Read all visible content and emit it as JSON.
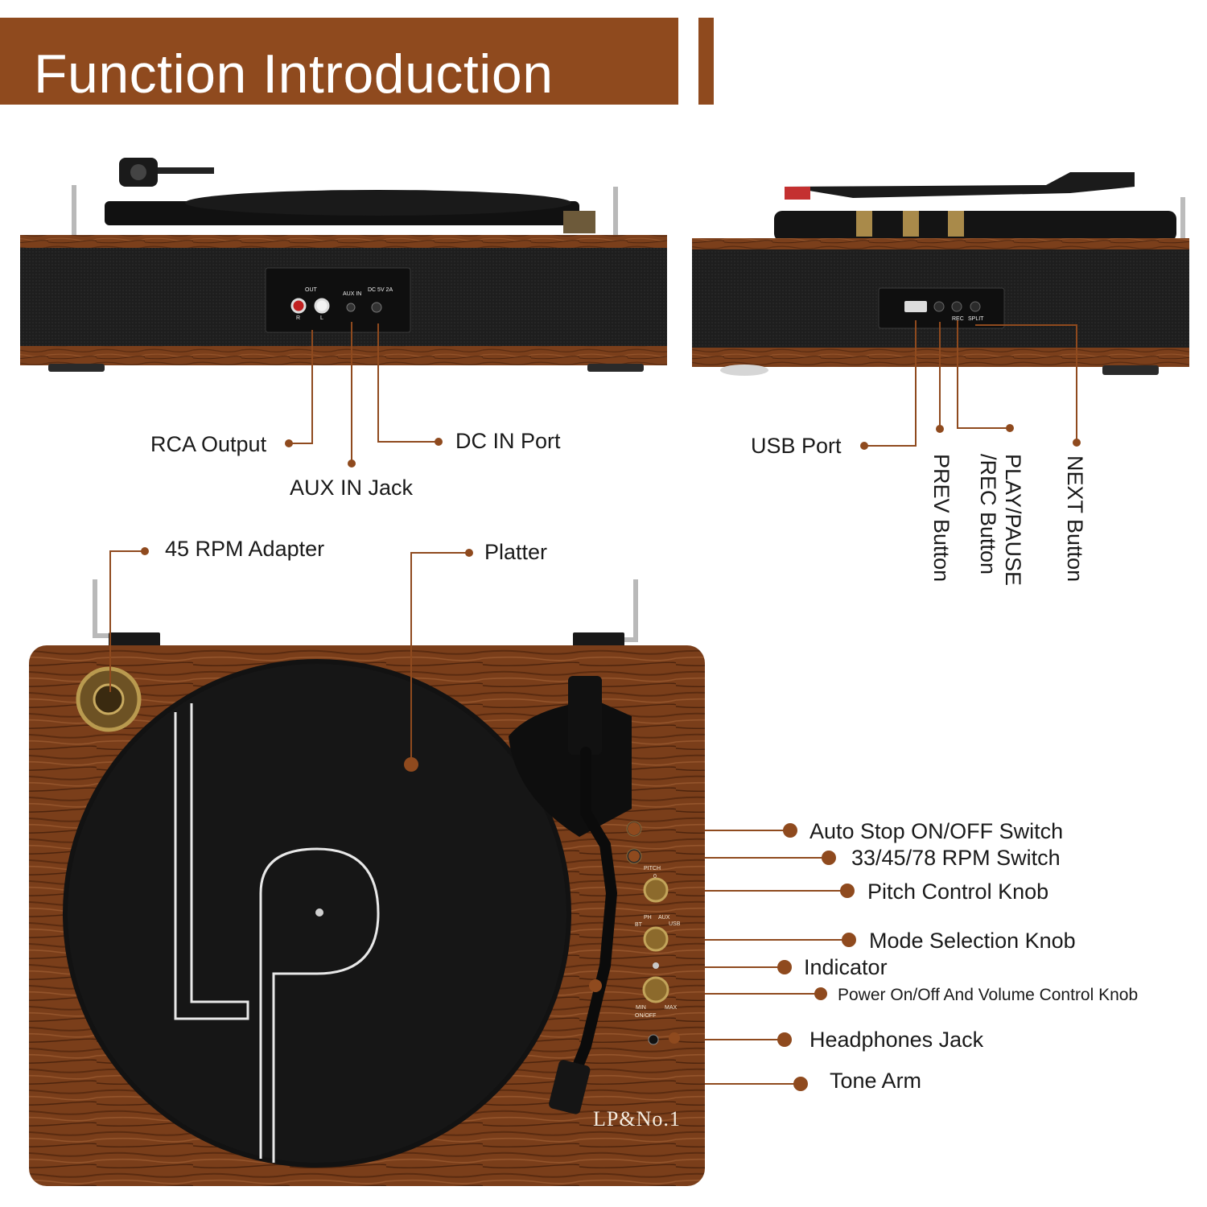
{
  "header": {
    "title": "Function Introduction"
  },
  "colors": {
    "accent": "#8f4a1e",
    "callout": "#8f4a1e",
    "wood": "#7a3f1a",
    "speaker": "#1f1f1f"
  },
  "rear_panel": {
    "out": "OUT",
    "aux_in": "AUX IN",
    "dc": "DC 5V 2A",
    "r": "R",
    "l": "L"
  },
  "side_panel": {
    "rec": "REC",
    "split": "SPLIT"
  },
  "top_panel": {
    "pitch": "PITCH",
    "pitch_zero": "0",
    "bt": "BT",
    "ph": "PH",
    "aux": "AUX",
    "usb": "USB",
    "min": "MIN",
    "max": "MAX",
    "on_off": "ON/OFF"
  },
  "brand": "LP&No.1",
  "callouts": {
    "rca_output": "RCA Output",
    "aux_in_jack": "AUX IN Jack",
    "dc_in_port": "DC IN Port",
    "usb_port": "USB Port",
    "prev_button": "PREV Button",
    "play_pause_rec": "PLAY/PAUSE\n/REC Button",
    "next_button": "NEXT Button",
    "rpm_adapter": "45 RPM Adapter",
    "platter": "Platter",
    "auto_stop": "Auto Stop ON/OFF Switch",
    "rpm_switch": "33/45/78 RPM Switch",
    "pitch_knob": "Pitch Control Knob",
    "mode_knob": "Mode Selection Knob",
    "indicator": "Indicator",
    "power_volume": "Power On/Off And Volume Control Knob",
    "headphones": "Headphones Jack",
    "tone_arm": "Tone Arm"
  }
}
